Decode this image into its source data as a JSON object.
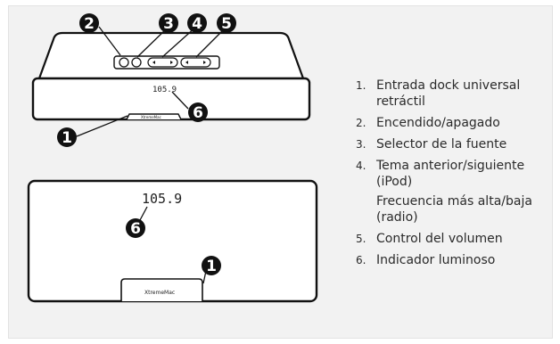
{
  "callouts": [
    "1",
    "2",
    "3",
    "4",
    "5",
    "6"
  ],
  "top_view": {
    "display": "105.9",
    "brand": "XtremeMac"
  },
  "front_view": {
    "display": "105.9",
    "brand": "XtremeMac"
  },
  "legend": [
    {
      "num": "1.",
      "text": "Entrada dock universal retráctil"
    },
    {
      "num": "2.",
      "text": "Encendido/apagado"
    },
    {
      "num": "3.",
      "text": "Selector de la fuente"
    },
    {
      "num": "4.",
      "text": "Tema anterior/siguiente (iPod)"
    },
    {
      "num": "",
      "text": "Frecuencia más alta/baja (radio)"
    },
    {
      "num": "5.",
      "text": "Control del volumen"
    },
    {
      "num": "6.",
      "text": "Indicador luminoso"
    }
  ]
}
